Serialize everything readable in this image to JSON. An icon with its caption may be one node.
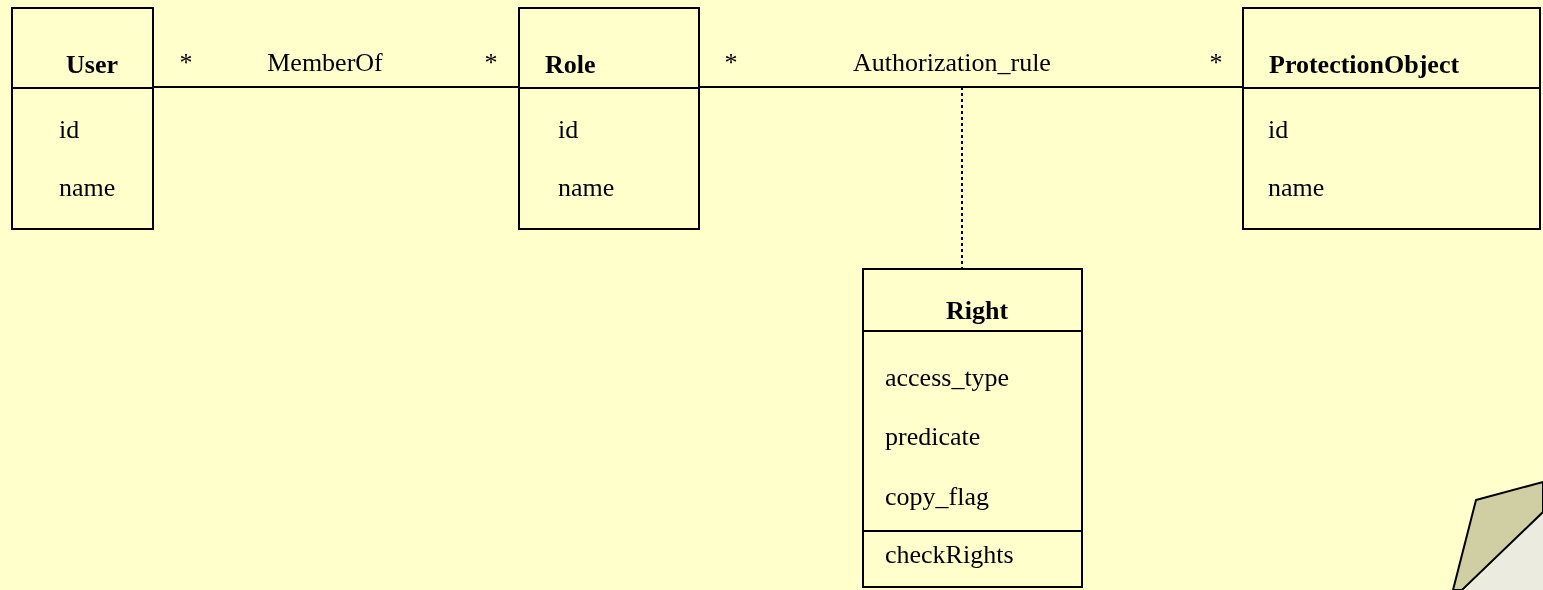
{
  "diagram": {
    "nodes": [
      {
        "text": [
          "User",
          "id",
          "name"
        ]
      },
      {
        "text": [
          "Role",
          "id",
          "name"
        ]
      },
      {
        "text": [
          "ProtectionObject",
          "id",
          "name"
        ]
      },
      {
        "text": [
          "Right",
          "access_type",
          "predicate",
          "copy_flag",
          "checkRights"
        ]
      }
    ],
    "edges": [
      {
        "from": 0,
        "to": 1,
        "arrow": "none",
        "label": "MemberOf"
      },
      {
        "from": 1,
        "to": 2,
        "arrow": "none",
        "label": "Authorization_rule"
      },
      {
        "from": null,
        "to": 3,
        "arrow": "none",
        "style": "dashed"
      }
    ],
    "labels": [
      "*",
      "*",
      "*",
      "*"
    ]
  }
}
